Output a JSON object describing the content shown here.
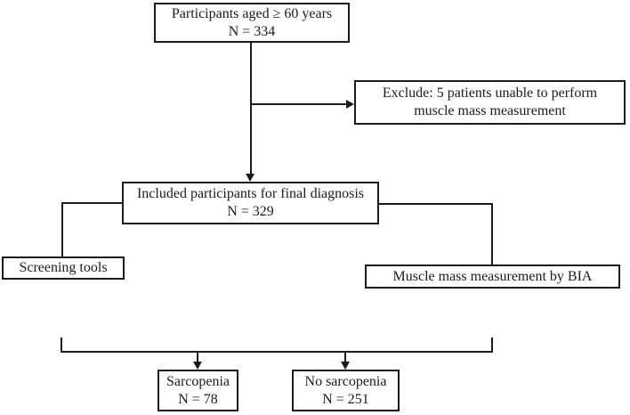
{
  "colors": {
    "line": "#1b1b1b",
    "text": "#1b1b1b",
    "background": "#ffffff"
  },
  "boxes": {
    "participants": {
      "line1": "Participants aged ≥ 60 years",
      "line2": "N = 334"
    },
    "exclude": {
      "line1": "Exclude: 5 patients unable to perform",
      "line2": "muscle mass measurement"
    },
    "included": {
      "line1": "Included participants for final diagnosis",
      "line2": "N = 329"
    },
    "screening": {
      "label": "Screening tools"
    },
    "bia": {
      "label": "Muscle mass measurement by BIA"
    },
    "sarcopenia": {
      "line1": "Sarcopenia",
      "line2": "N = 78"
    },
    "no_sarcopenia": {
      "line1": "No sarcopenia",
      "line2": "N = 251"
    }
  }
}
